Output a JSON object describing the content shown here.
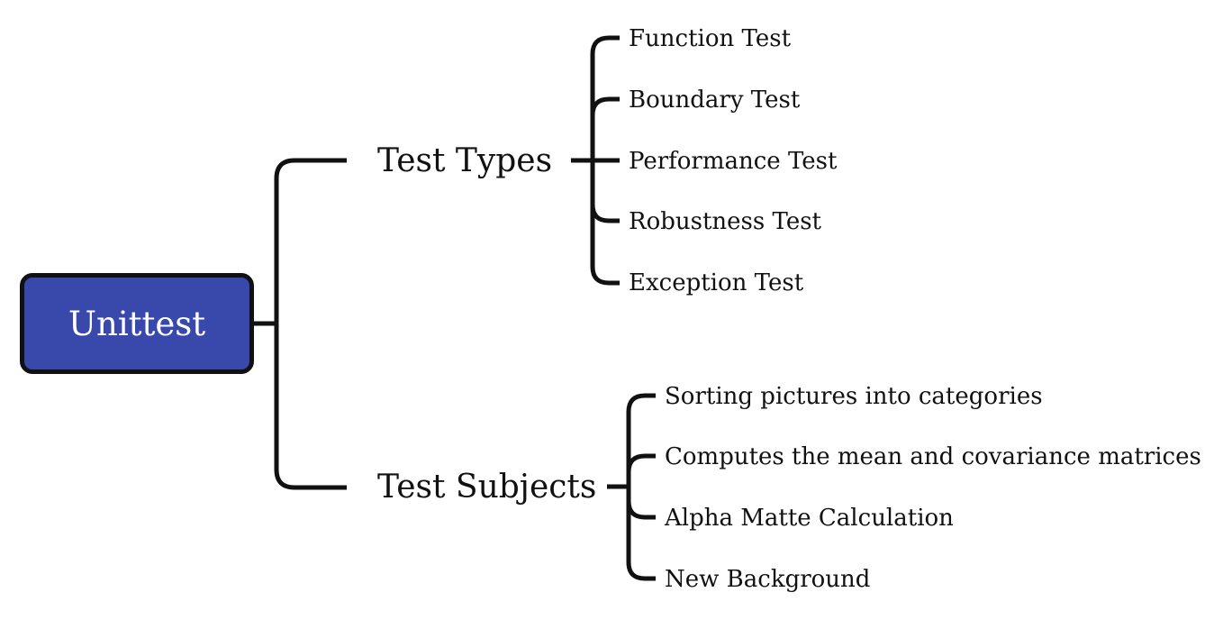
{
  "mindmap": {
    "root": {
      "label": "Unittest",
      "fill_color": "#3949ab",
      "border_color": "#111111"
    },
    "line_color": "#111111",
    "branches": [
      {
        "label": "Test Types",
        "children": [
          "Function Test",
          "Boundary Test",
          "Performance Test",
          "Robustness Test",
          "Exception Test"
        ]
      },
      {
        "label": "Test Subjects",
        "children": [
          "Sorting pictures into categories",
          "Computes the mean and covariance matrices",
          "Alpha Matte Calculation",
          "New Background"
        ]
      }
    ]
  }
}
